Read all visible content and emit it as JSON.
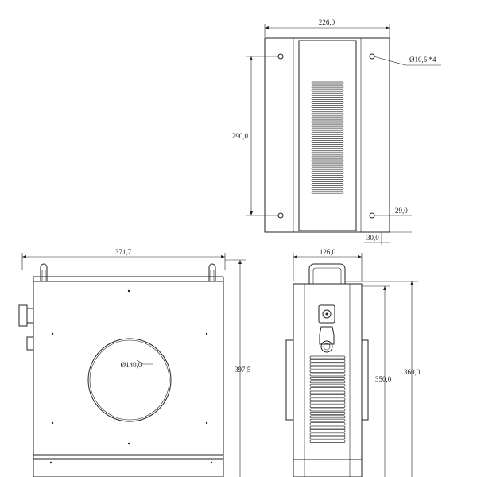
{
  "drawing": {
    "colors": {
      "line": "#222222",
      "background": "#ffffff"
    },
    "top_view": {
      "width_label": "226,0",
      "height_label": "290,0",
      "hole_label": "Ø10,5 *4",
      "edge_label": "29,0",
      "bottom_label": "30,0"
    },
    "front_view": {
      "width_label": "371,7",
      "height_label": "397,5",
      "opening_label": "Ø140,0"
    },
    "side_view": {
      "width_label": "126,0",
      "inner_height_label": "350,0",
      "outer_height_label": "360,0"
    }
  }
}
